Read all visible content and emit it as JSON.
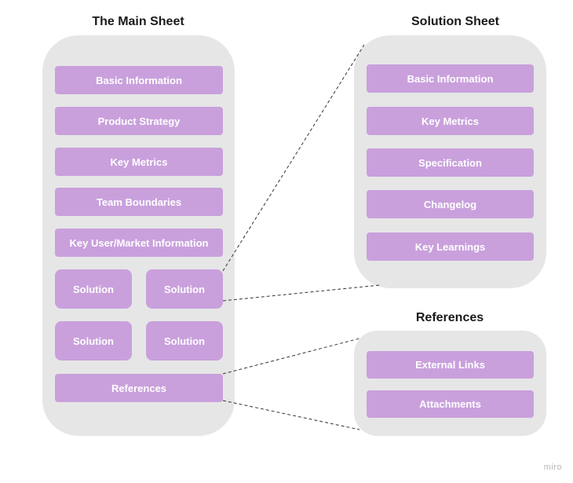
{
  "main_sheet": {
    "title": "The Main Sheet",
    "items": {
      "basic_information": "Basic Information",
      "product_strategy": "Product Strategy",
      "key_metrics": "Key Metrics",
      "team_boundaries": "Team Boundaries",
      "key_user_market": "Key User/Market Information",
      "solution_1": "Solution",
      "solution_2": "Solution",
      "solution_3": "Solution",
      "solution_4": "Solution",
      "references": "References"
    }
  },
  "solution_sheet": {
    "title": "Solution Sheet",
    "items": {
      "basic_information": "Basic Information",
      "key_metrics": "Key Metrics",
      "specification": "Specification",
      "changelog": "Changelog",
      "key_learnings": "Key Learnings"
    }
  },
  "references_sheet": {
    "title": "References",
    "items": {
      "external_links": "External Links",
      "attachments": "Attachments"
    }
  },
  "colors": {
    "panel": "#e6e6e6",
    "box": "#c9a0dc",
    "box_text": "#ffffff",
    "connector": "#333333"
  },
  "watermark": "miro"
}
